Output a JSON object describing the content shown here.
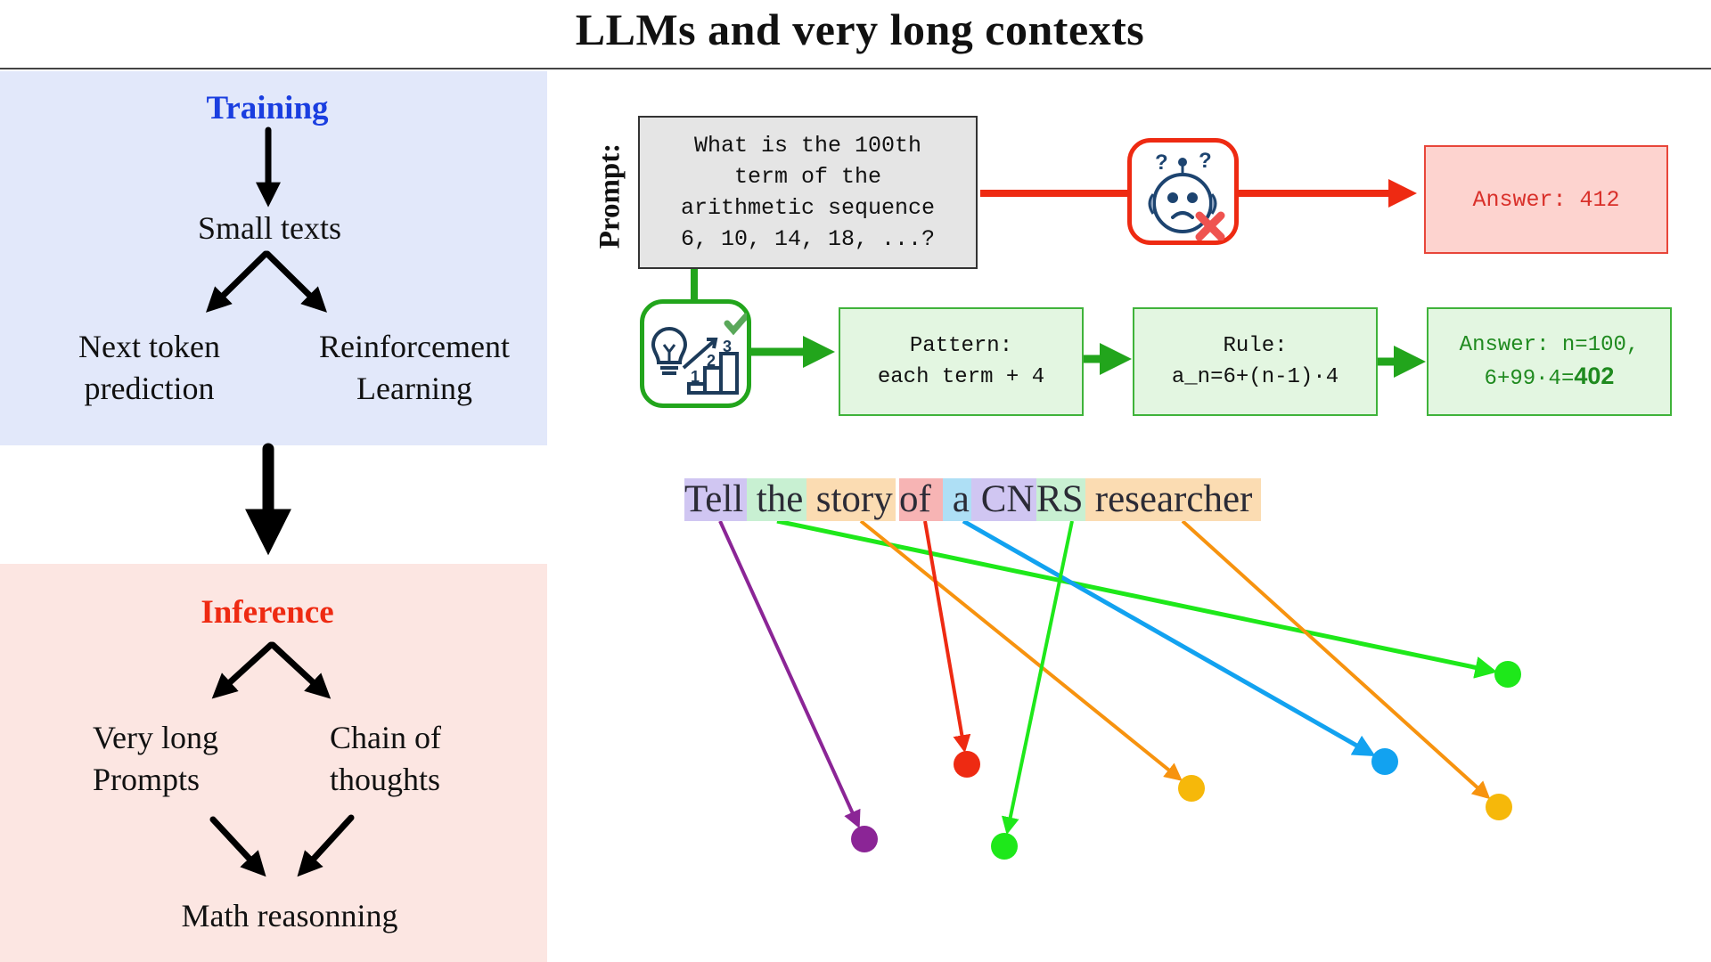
{
  "title": "LLMs and very long contexts",
  "training": {
    "heading": "Training",
    "heading_color": "#1a3ee0",
    "node_small": "Small texts",
    "left_line1": "Next token",
    "left_line2": "prediction",
    "right_line1": "Reinforcement",
    "right_line2": "Learning",
    "panel_color": "#e2e8fa"
  },
  "inference": {
    "heading": "Inference",
    "heading_color": "#ee2a12",
    "left_line1": "Very long",
    "left_line2": "Prompts",
    "right_line1": "Chain of",
    "right_line2": "thoughts",
    "bottom": "Math reasonning",
    "panel_color": "#fce6e2"
  },
  "prompt": {
    "label": "Prompt:",
    "lines": [
      "What is the 100th",
      "term of the",
      "arithmetic sequence",
      "6, 10, 14, 18, ...?"
    ]
  },
  "wrong_path": {
    "icon": "confused-robot-icon",
    "answer": "Answer: 412",
    "color": "#ee2a12"
  },
  "reasoning_path": {
    "icon": "lightbulb-steps-icon",
    "color": "#22a51c",
    "pattern_line1": "Pattern:",
    "pattern_line2": "each term + 4",
    "rule_line1": "Rule:",
    "rule_line2": "a_n=6+(n-1)·4",
    "answer_line1": "Answer: n=100,",
    "answer_line2_prefix": "6+99·4=",
    "answer_line2_bold": "402"
  },
  "tokens": [
    {
      "text": "Tell",
      "bg": "#d0c6f2"
    },
    {
      "text": " the",
      "bg": "#c8f0d2"
    },
    {
      "text": " story",
      "bg": "#fbdcb2"
    },
    {
      "text": " ",
      "bg": "#ffffff"
    },
    {
      "text": "of",
      "bg": "#f7b4b4"
    },
    {
      "text": " a",
      "bg": "#aedff5"
    },
    {
      "text": " CN",
      "bg": "#d0c6f2"
    },
    {
      "text": "RS",
      "bg": "#c8f0d2"
    },
    {
      "text": " researcher",
      "bg": "#fbdcb2"
    }
  ],
  "attention_arrows": [
    {
      "from_token": "Tell",
      "color": "#8b2596"
    },
    {
      "from_token": "the",
      "color": "#1ee81a"
    },
    {
      "from_token": "story",
      "color": "#f7930f"
    },
    {
      "from_token": "of",
      "color": "#ee2a12"
    },
    {
      "from_token": "a",
      "color": "#12a2f0"
    },
    {
      "from_token": "RS",
      "color": "#1ee81a"
    },
    {
      "from_token": "researcher",
      "color": "#f7930f"
    }
  ],
  "dot_colors": {
    "purple": "#8b2596",
    "green": "#1ee81a",
    "yellow": "#f6b80a",
    "red": "#ee2a12",
    "blue": "#12a2f0"
  }
}
